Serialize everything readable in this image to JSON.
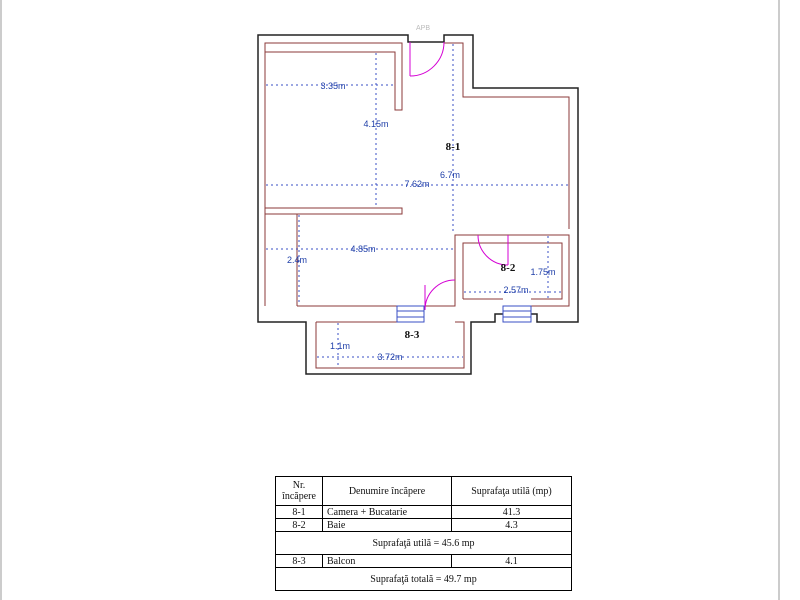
{
  "plan": {
    "entry_label": "APB",
    "rooms": [
      {
        "id": "8-1"
      },
      {
        "id": "8-2"
      },
      {
        "id": "8-3"
      }
    ],
    "dimensions": [
      "3.35m",
      "4.15m",
      "6.7m",
      "7.62m",
      "4.85m",
      "2.4m",
      "1.75m",
      "2.57m",
      "1.1m",
      "3.72m"
    ]
  },
  "table": {
    "headers": [
      "Nr. încăpere",
      "Denumire încăpere",
      "Suprafaţa utilă (mp)"
    ],
    "rows": [
      {
        "nr": "8-1",
        "name": "Camera + Bucatarie",
        "area": "41.3"
      },
      {
        "nr": "8-2",
        "name": "Baie",
        "area": "4.3"
      }
    ],
    "usable_total": "Suprafaţă utilă = 45.6 mp",
    "balcony": {
      "nr": "8-3",
      "name": "Balcon",
      "area": "4.1"
    },
    "grand_total": "Suprafaţă totală = 49.7 mp"
  },
  "colors": {
    "wall": "#8b3a3a",
    "dimension": "#1f3fa8",
    "door": "#d400d4",
    "window": "#3a4fc4"
  }
}
